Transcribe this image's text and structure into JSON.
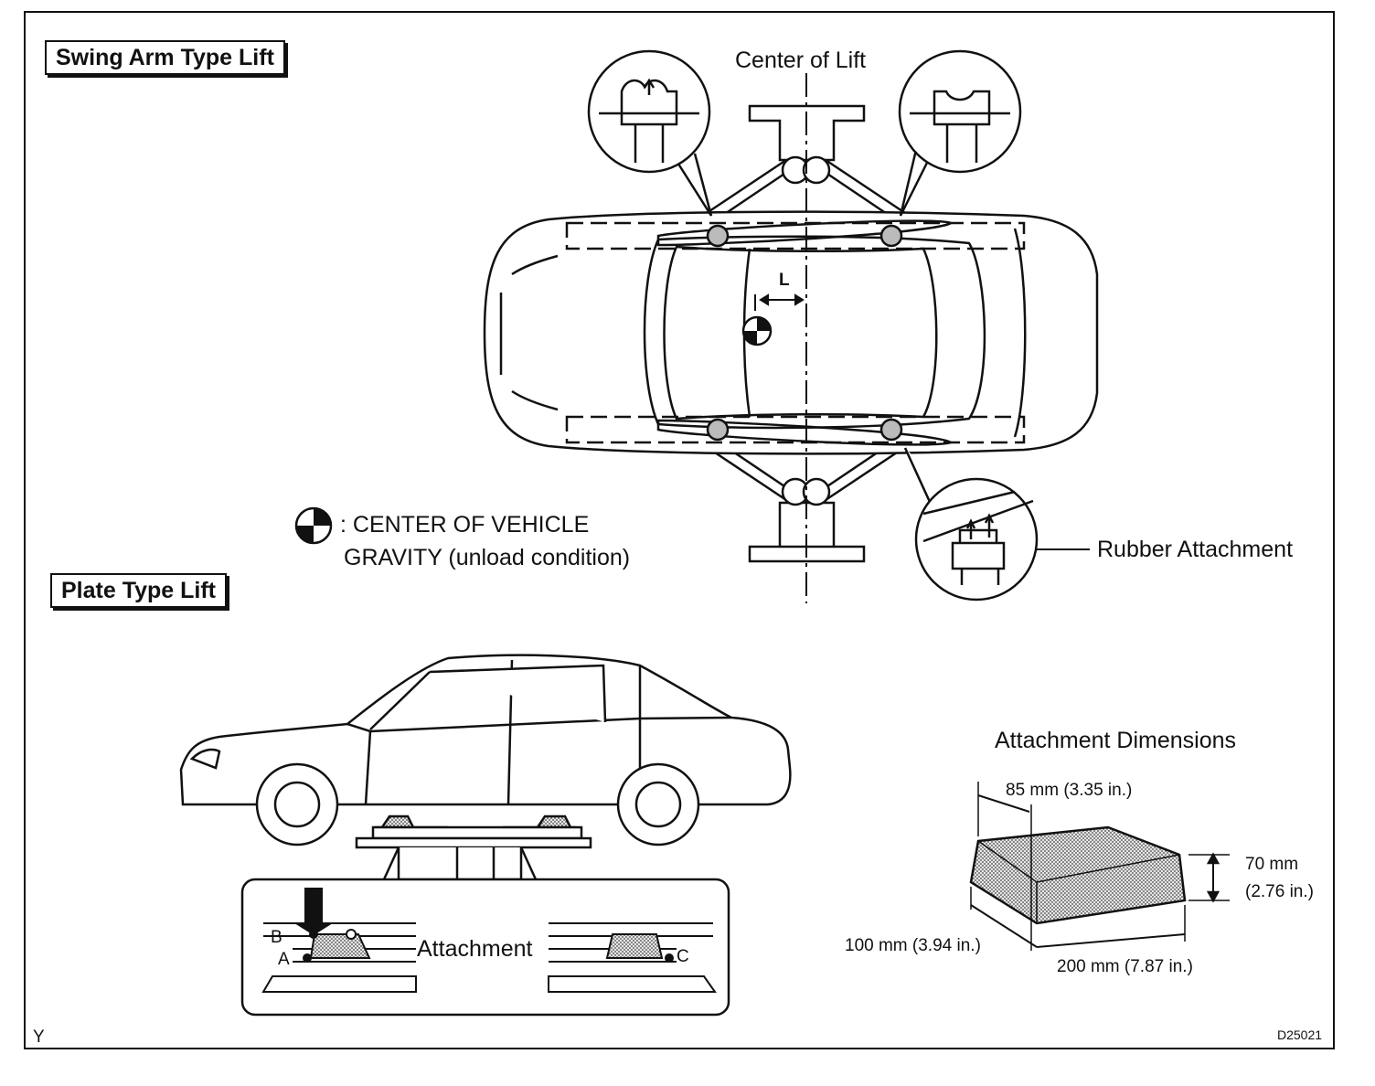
{
  "swing_title": "Swing Arm Type Lift",
  "plate_title": "Plate Type Lift",
  "center_of_lift": "Center of Lift",
  "label_L": "L",
  "cog_line1": ": CENTER OF VEHICLE",
  "cog_line2": "GRAVITY (unload condition)",
  "rubber_attachment": "Rubber Attachment",
  "attachment": "Attachment",
  "label_A": "A",
  "label_B": "B",
  "label_C": "C",
  "dims": {
    "title": "Attachment Dimensions",
    "d85": "85 mm (3.35 in.)",
    "d70a": "70 mm",
    "d70b": "(2.76 in.)",
    "d100": "100 mm (3.94 in.)",
    "d200": "200 mm (7.87 in.)"
  },
  "corner_Y": "Y",
  "code": "D25021"
}
